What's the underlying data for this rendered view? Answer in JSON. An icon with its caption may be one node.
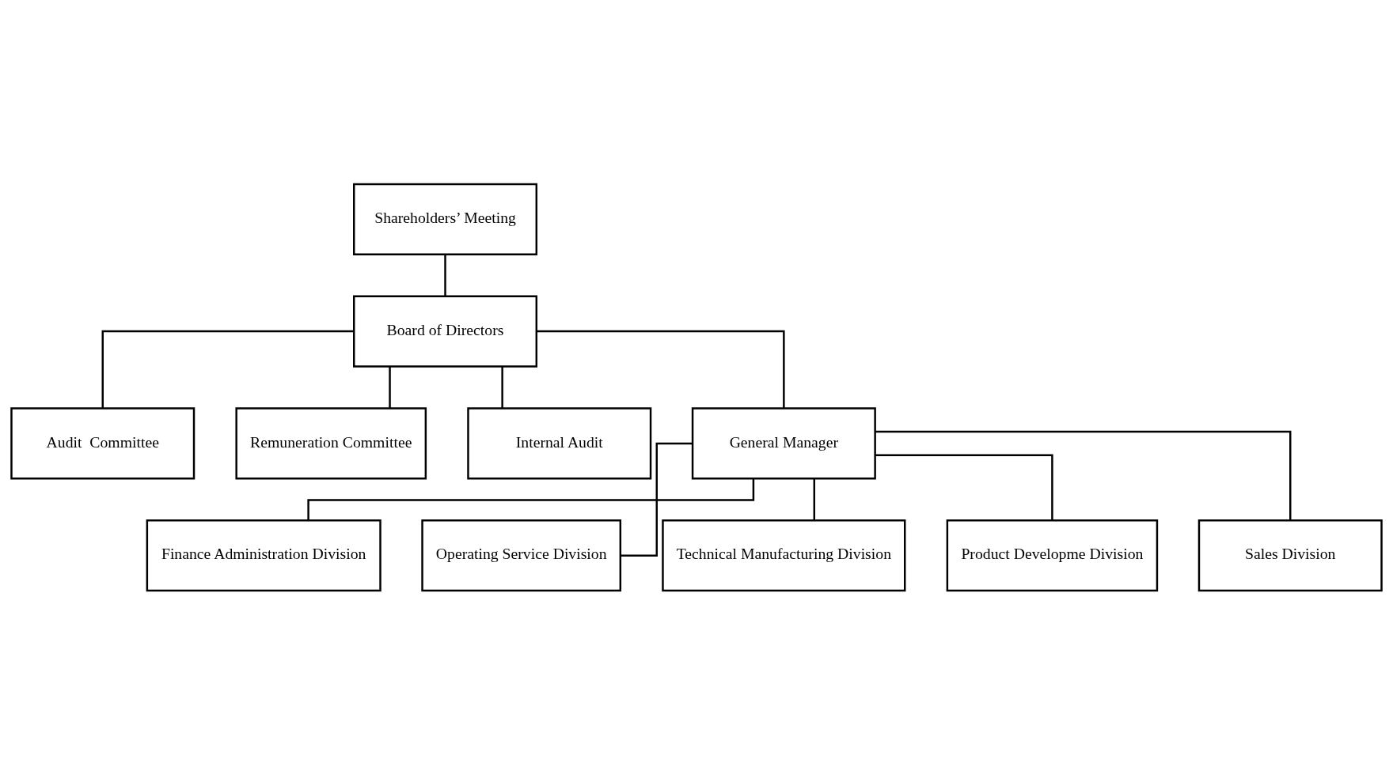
{
  "diagram": {
    "nodes": [
      {
        "text": [
          "Shareholders’ Meeting"
        ]
      },
      {
        "text": [
          "Audit  Committee"
        ]
      },
      {
        "text": [
          "Board of Directors"
        ]
      },
      {
        "text": [
          "Remuneration Committee"
        ]
      },
      {
        "text": [
          "Internal Audit"
        ]
      },
      {
        "text": [
          "General Manager"
        ]
      },
      {
        "text": [
          "Finance Administration Division"
        ]
      },
      {
        "text": [
          "Operating Service Division"
        ]
      },
      {
        "text": [
          "Technical Manufacturing Division"
        ]
      },
      {
        "text": [
          "Product Developme Division"
        ]
      },
      {
        "text": [
          "Sales Division"
        ]
      }
    ],
    "edges": [
      {
        "from": 0,
        "to": 2,
        "arrow": "none"
      },
      {
        "from": 2,
        "to": 1,
        "arrow": "none"
      },
      {
        "from": 2,
        "to": 3,
        "arrow": "none"
      },
      {
        "from": 2,
        "to": 5,
        "arrow": "none"
      },
      {
        "from": 2,
        "to": 4,
        "arrow": "none"
      },
      {
        "from": 5,
        "to": 6,
        "arrow": "none"
      },
      {
        "from": 5,
        "to": 7,
        "arrow": "none"
      },
      {
        "from": 5,
        "to": 8,
        "arrow": "none"
      },
      {
        "from": 5,
        "to": 9,
        "arrow": "none"
      },
      {
        "from": 5,
        "to": 10,
        "arrow": "none"
      }
    ]
  }
}
